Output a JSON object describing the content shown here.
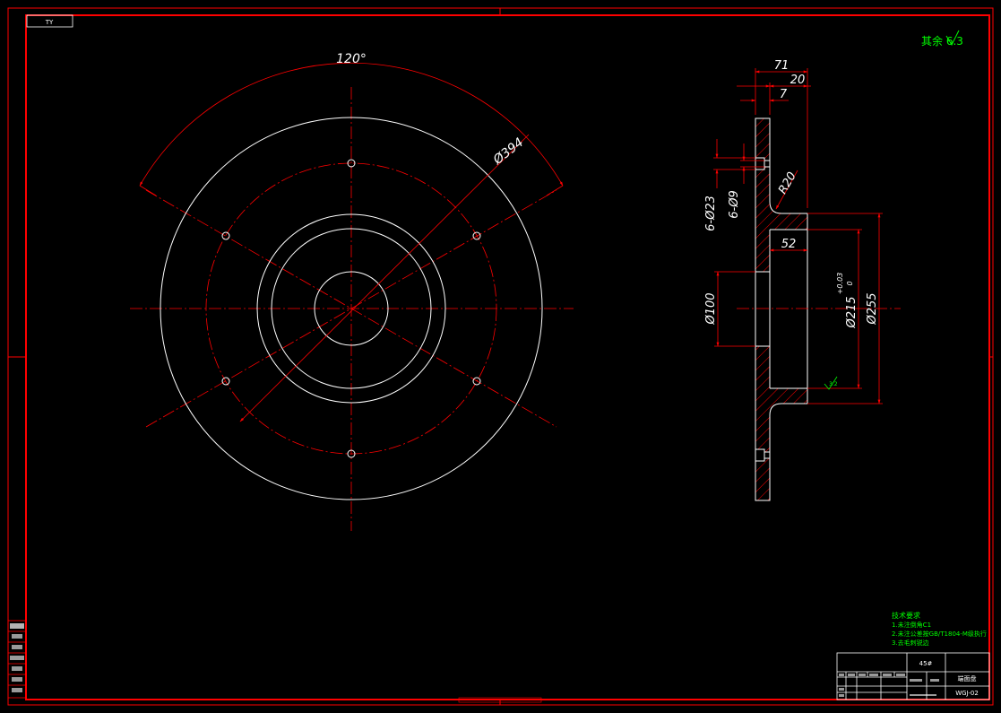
{
  "sheet": {
    "tag": "TY",
    "surface_mark": "其余 6.3",
    "roughness_mark": "3.2"
  },
  "front_view": {
    "angle_label": "120°",
    "bolt_circle_label": "Ø394"
  },
  "section_view": {
    "dim_71": "71",
    "dim_20": "20",
    "dim_7": "7",
    "fillet": "R20",
    "holes_23": "6-Ø23",
    "holes_9": "6-Ø9",
    "dim_52": "52",
    "bore_100": "Ø100",
    "bore_215": "Ø215",
    "tol_upper": "+0.03",
    "tol_lower": "0",
    "dia_255": "Ø255"
  },
  "tech_requirements": {
    "title": "技术要求",
    "lines": [
      "1.未注倒角C1",
      "2.未注公差按GB/T1804-M级执行",
      "3.去毛刺锐边"
    ]
  },
  "title_block": {
    "material": "45#",
    "part_name": "端面盘",
    "drawing_no": "WGJ-02"
  },
  "colors": {
    "frame": "#ff0000",
    "outline": "#ffffff",
    "center": "#ff0000",
    "annotation": "#00ff00"
  }
}
